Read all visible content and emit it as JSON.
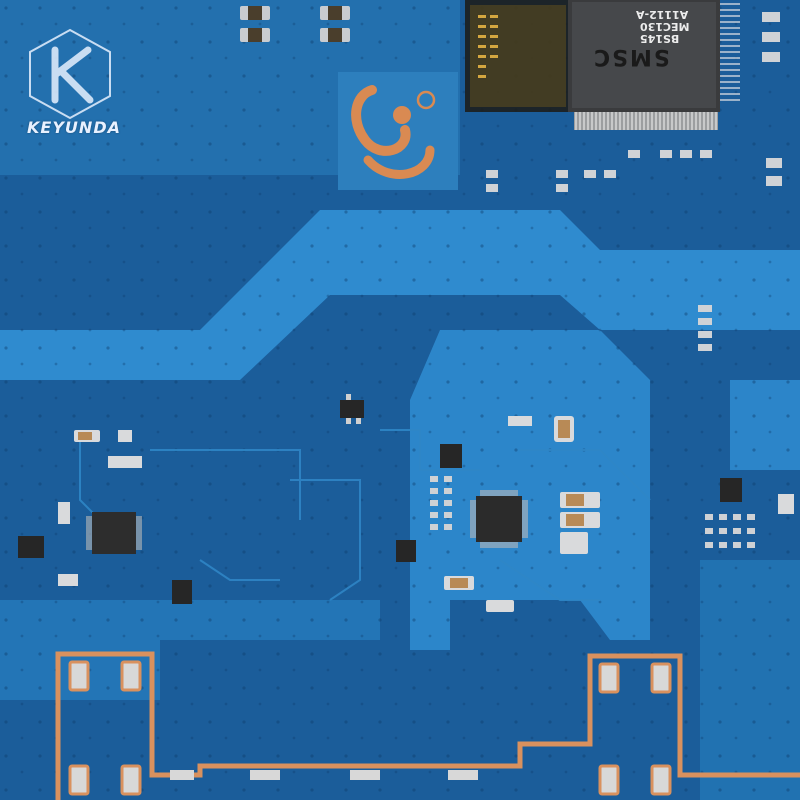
{
  "watermark": {
    "brand": "KEYUNDA"
  },
  "main_chip": {
    "brand": "SMSC",
    "part": "MEC130",
    "line2": "A1112-A",
    "line3": "BS145"
  },
  "colors": {
    "board_dark": "#1a5a96",
    "board_light": "#2e86c7",
    "copper": "#d9915e",
    "silk_logo": "#d98a52",
    "component_black": "#2a2a2a",
    "pad_silver": "#d8d8d8"
  }
}
